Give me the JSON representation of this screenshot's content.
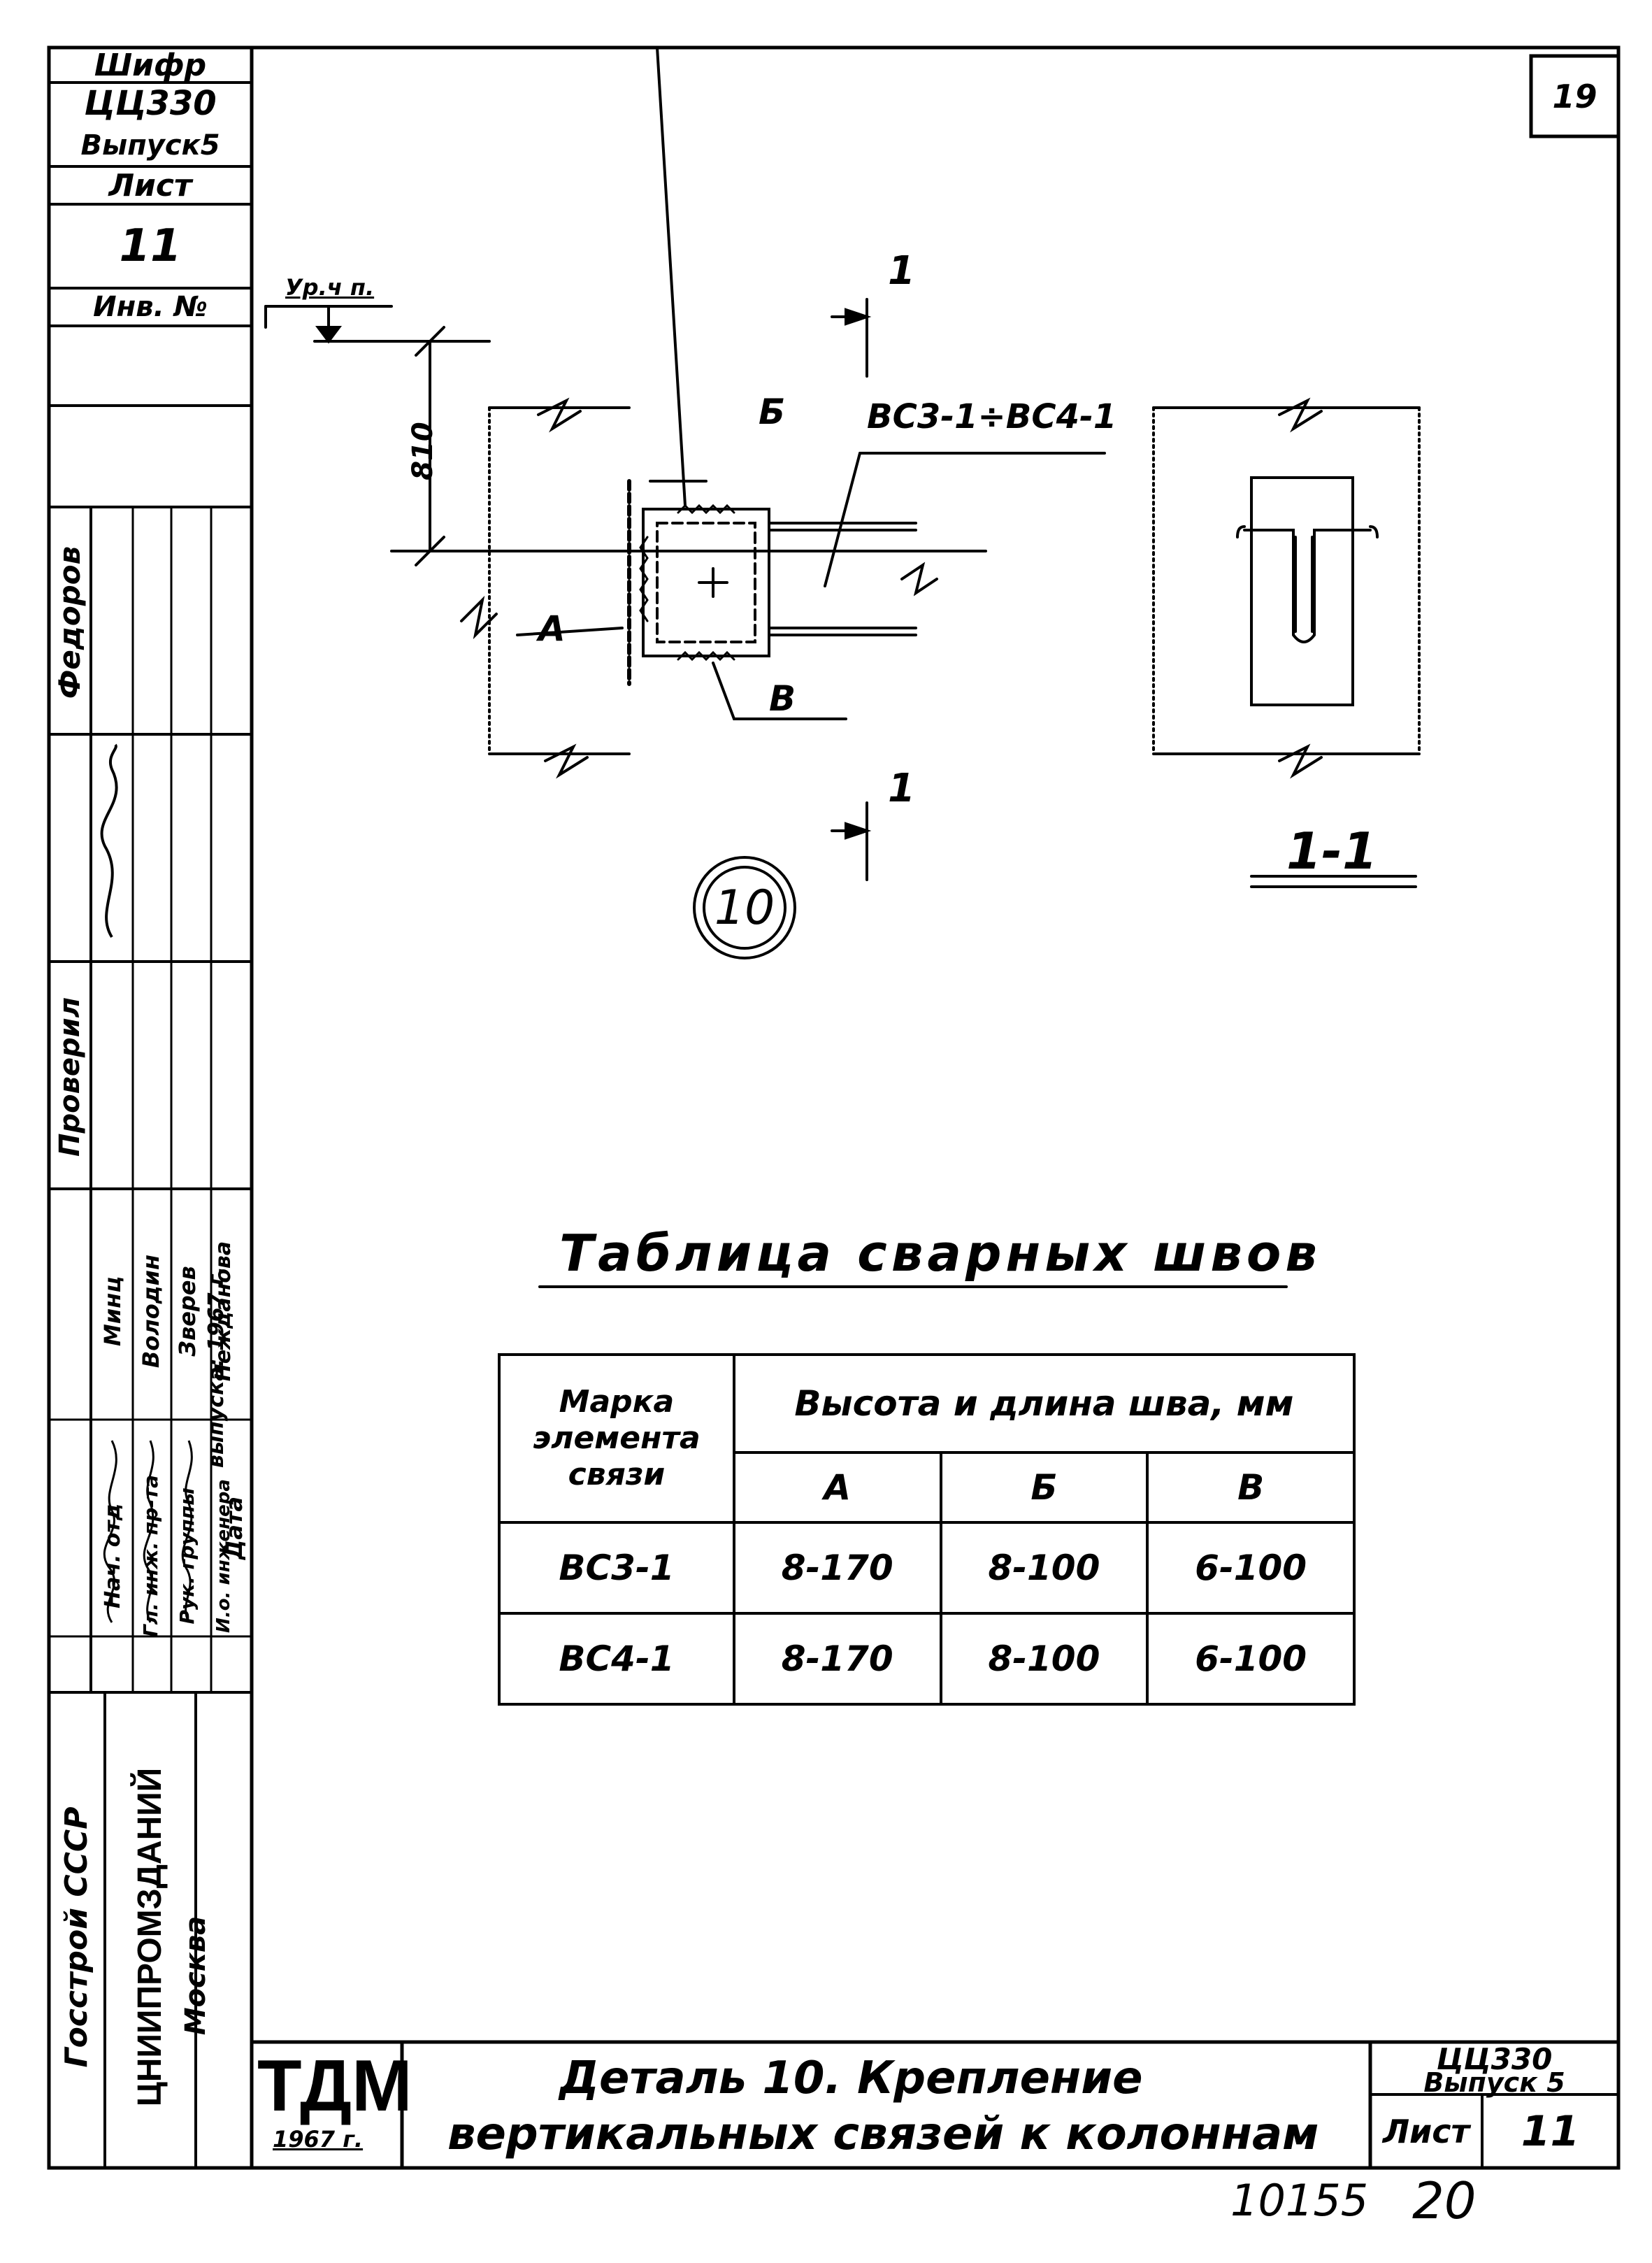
{
  "sheet_number_top": "19",
  "stamp": {
    "cipher_label": "Шифр",
    "cipher_value": "ЦЦ330",
    "issue_value": "Выпуск5",
    "sheet_label": "Лист",
    "sheet_value": "11",
    "inventory_label": "Инв. №"
  },
  "signatures": {
    "author_name": "Федоров",
    "checked_label": "Проверил",
    "roles": [
      "Нач. отд",
      "Гл. инж. пр-та",
      "Рук. группы",
      "И.о. инженера",
      "Дата"
    ],
    "names": [
      "Минц",
      "Володин",
      "Зверев",
      "Нежданова",
      "выпуска: 1967 г."
    ]
  },
  "org": {
    "ministry": "Госстрой СССР",
    "institute": "ЦНИИПРОМЗДАНИЙ",
    "city": "Москва"
  },
  "drawing": {
    "level_label": "Ур.ч п.",
    "dimension": "810",
    "label_b": "Б",
    "label_a": "А",
    "label_v": "В",
    "brace_mark": "ВС3-1÷ВС4-1",
    "section_mark": "1",
    "detail_number": "10",
    "section_title": "1-1"
  },
  "table": {
    "title": "Таблица сварных швов",
    "col_mark": "Марка элемента связи",
    "col_group": "Высота и длина шва, мм",
    "subcols": [
      "А",
      "Б",
      "В"
    ],
    "rows": [
      {
        "mark": "ВС3-1",
        "a": "8-170",
        "b": "8-100",
        "v": "6-100"
      },
      {
        "mark": "ВС4-1",
        "a": "8-170",
        "b": "8-100",
        "v": "6-100"
      }
    ]
  },
  "title_block": {
    "logo": "ТДМ",
    "logo_year": "1967 г.",
    "title_line1": "Деталь 10. Крепление",
    "title_line2": "вертикальных связей к колоннам",
    "cipher": "ЦЦ330",
    "issue": "Выпуск 5",
    "sheet_label": "Лист",
    "sheet_value": "11"
  },
  "footer_numbers": {
    "left": "10155",
    "right": "20"
  }
}
